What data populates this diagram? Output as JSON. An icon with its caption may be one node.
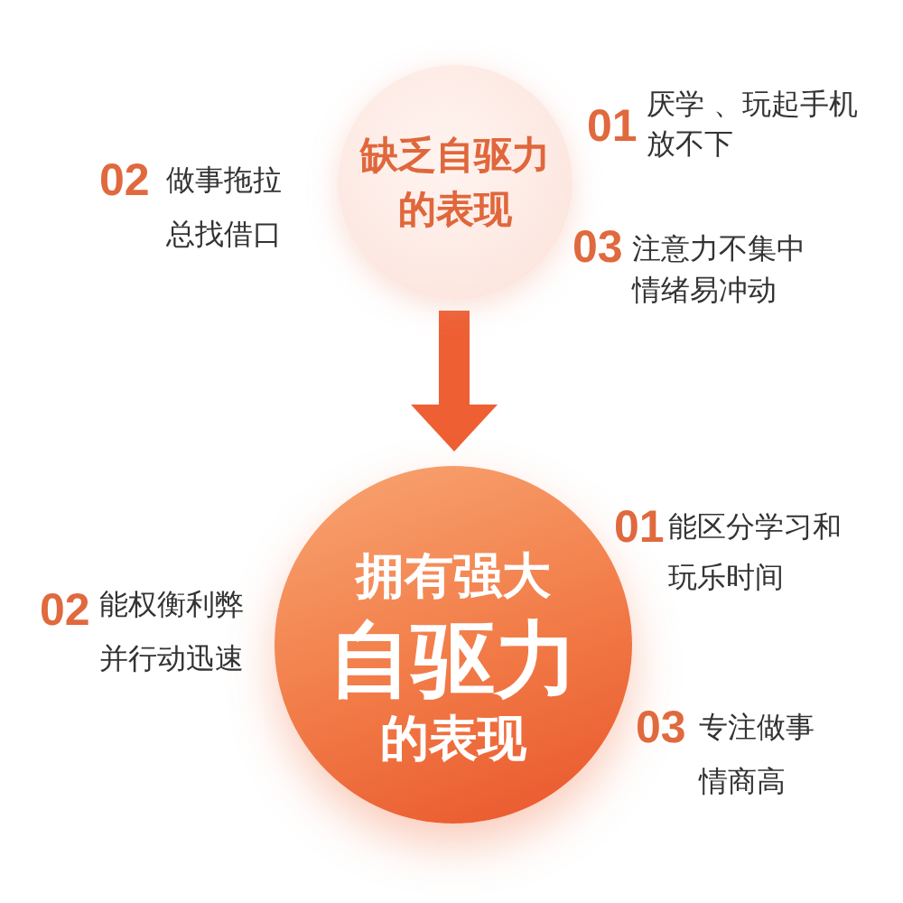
{
  "diagram": {
    "nodes": [
      {
        "text": [
          "缺乏自驱力的表现"
        ],
        "beside": [
          "01",
          "厌学 、玩起手机放不下",
          "02",
          "做事拖拉总找借口",
          "03",
          "注意力不集中情绪易冲动"
        ]
      },
      {
        "text": [
          "拥有强大",
          "自驱力",
          "的表现"
        ],
        "beside": [
          "01",
          "能区分学习和玩乐时间",
          "02",
          "能权衡利弊并行动迅速",
          "03",
          "专注做事情商高"
        ]
      }
    ],
    "edges": [
      {
        "from": 0,
        "to": 1,
        "arrow": "to"
      }
    ]
  }
}
